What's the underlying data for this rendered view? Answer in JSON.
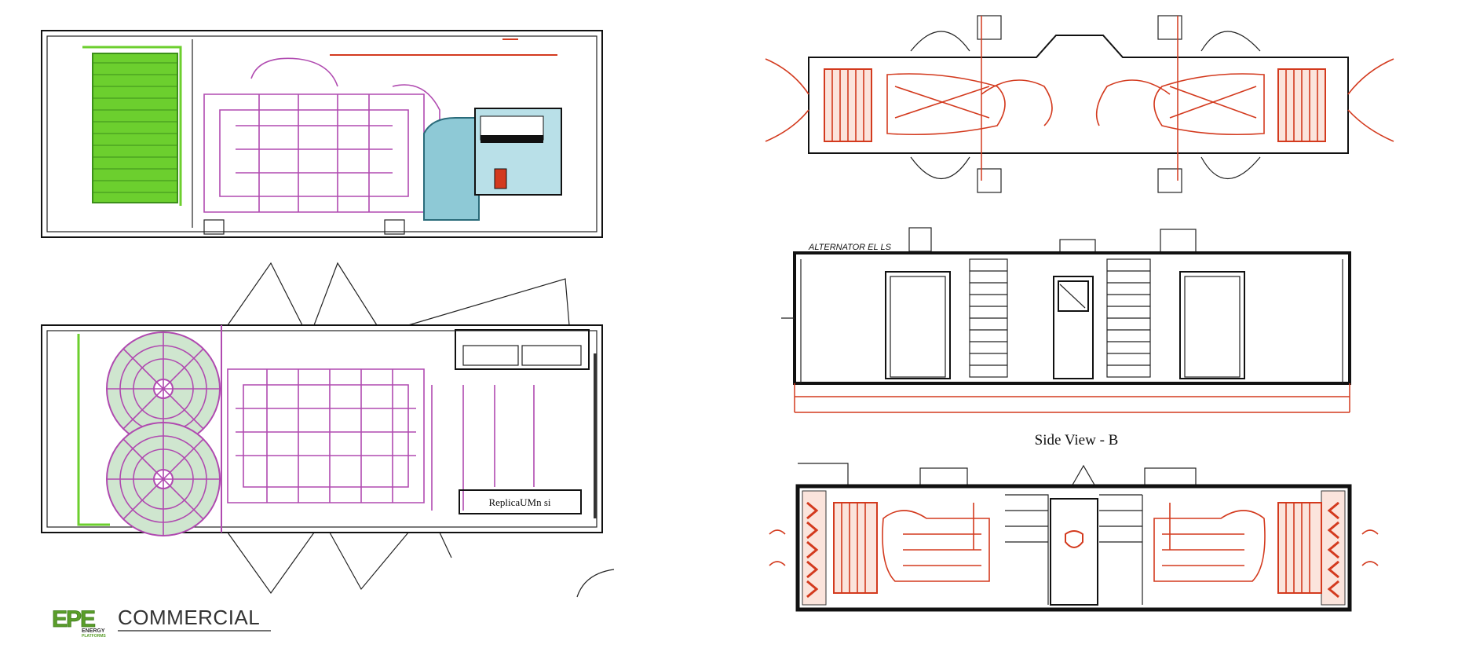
{
  "brand": {
    "logo_text": "EPE",
    "logo_subtext_1": "ENERGY",
    "logo_subtext_2": "PLATFORMS",
    "tagline": "COMMERCIAL",
    "logo_color": "#5a9e2a"
  },
  "labels": {
    "top_view_label_box": "ReplicaUMn si",
    "elevation_header": "ALTERNATOR EL LS",
    "side_view_caption": "Side View - B"
  },
  "colors": {
    "container_outline": "#111111",
    "piping_magenta": "#b04ab0",
    "engine_red": "#d33a1e",
    "radiator_green": "#6ccf2e",
    "control_panel_blue": "#8ec9d6"
  }
}
